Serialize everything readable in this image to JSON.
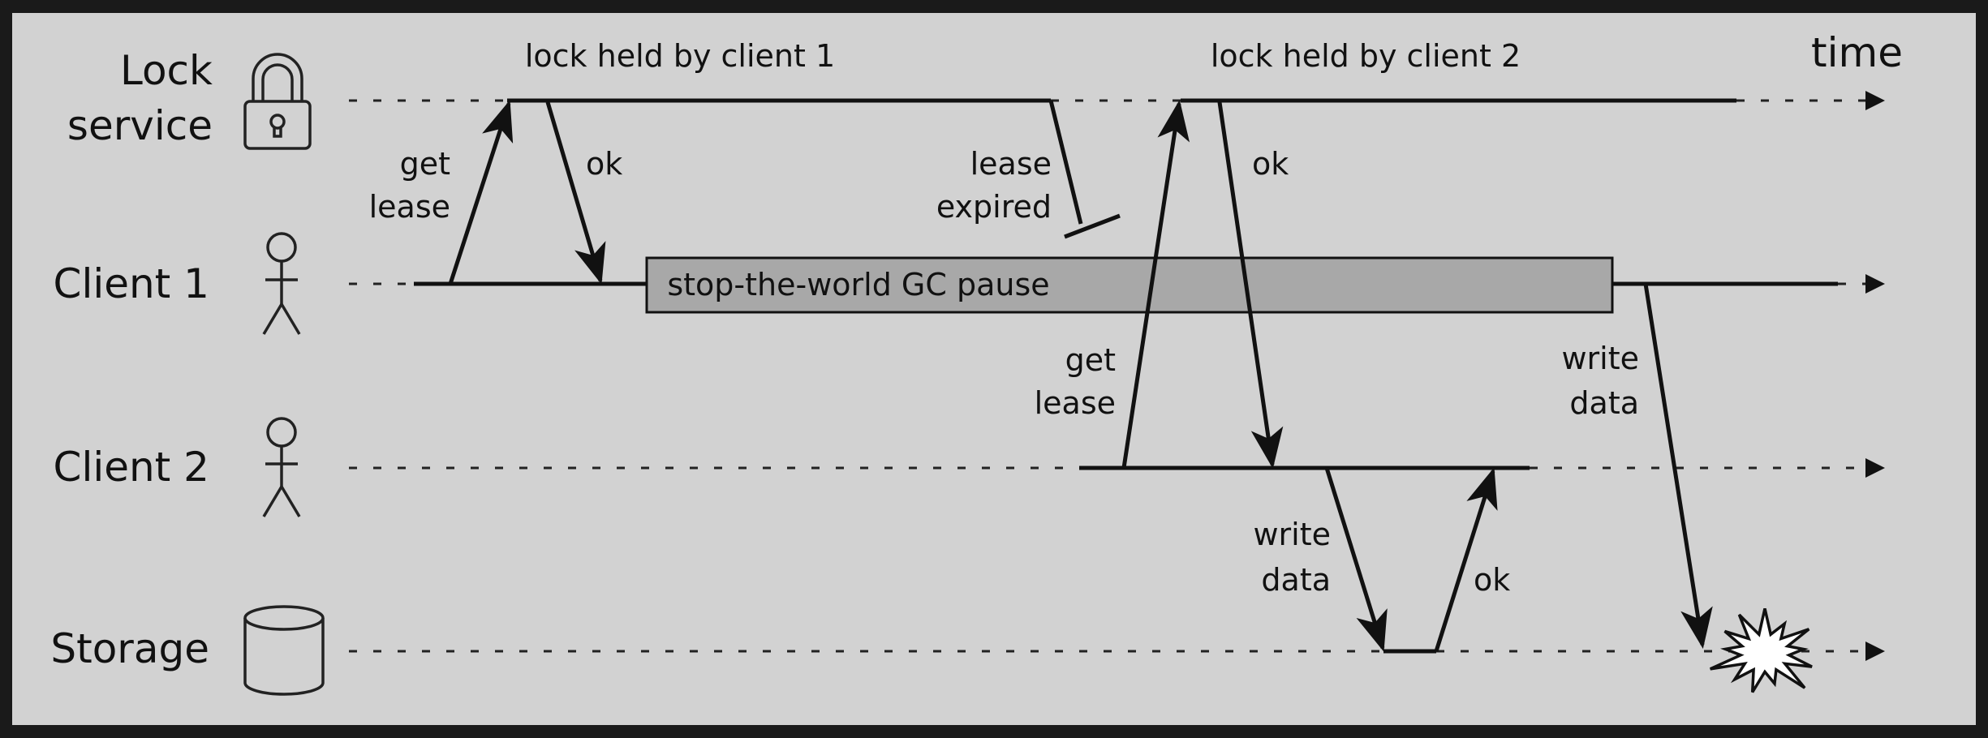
{
  "lanes": {
    "lock_line1": "Lock",
    "lock_line2": "service",
    "client1": "Client 1",
    "client2": "Client 2",
    "storage": "Storage"
  },
  "time_label": "time",
  "lock_held_1": "lock held by client 1",
  "lock_held_2": "lock held by client 2",
  "gc_pause": "stop-the-world GC pause",
  "messages": {
    "c1_get_lease": [
      "get",
      "lease"
    ],
    "c1_ok": "ok",
    "lease_expired": [
      "lease",
      "expired"
    ],
    "c2_get_lease": [
      "get",
      "lease"
    ],
    "c2_ok": "ok",
    "c2_write_data": [
      "write",
      "data"
    ],
    "storage_ok": "ok",
    "c1_write_data": [
      "write",
      "data"
    ]
  },
  "colors": {
    "frame": "#1a1a1a",
    "background": "#d2d2d2",
    "gc_box": "#a8a8a8",
    "ink": "#111111"
  },
  "icons": [
    "lock-icon",
    "person-icon",
    "person-icon",
    "database-icon",
    "conflict-burst-icon"
  ]
}
